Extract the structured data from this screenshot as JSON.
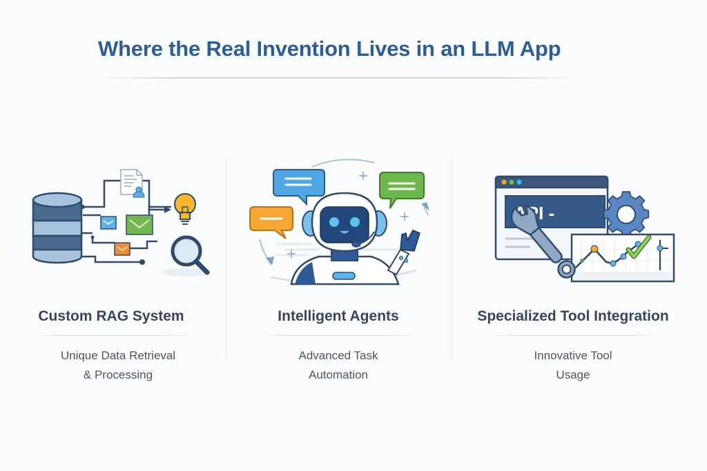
{
  "title": "Where the Real Invention Lives in an LLM App",
  "colors": {
    "title": "#2a5d99",
    "heading": "#35465c",
    "subtext": "#4a5566",
    "navy": "#2e4a6e",
    "blue": "#4aa3df",
    "green": "#6ab04c",
    "orange": "#f0a030",
    "yellow": "#f5b82e"
  },
  "cards": [
    {
      "heading": "Custom RAG System",
      "sub_line1": "Unique Data Retrieval",
      "sub_line2": "& Processing",
      "icon": "database-retrieval-icon"
    },
    {
      "heading": "Intelligent Agents",
      "sub_line1": "Advanced Task",
      "sub_line2": "Automation",
      "icon": "robot-agent-icon"
    },
    {
      "heading": "Specialized Tool Integration",
      "sub_line1": "Innovative Tool",
      "sub_line2": "Usage",
      "icon": "api-tool-icon"
    }
  ],
  "api_label": "API -"
}
